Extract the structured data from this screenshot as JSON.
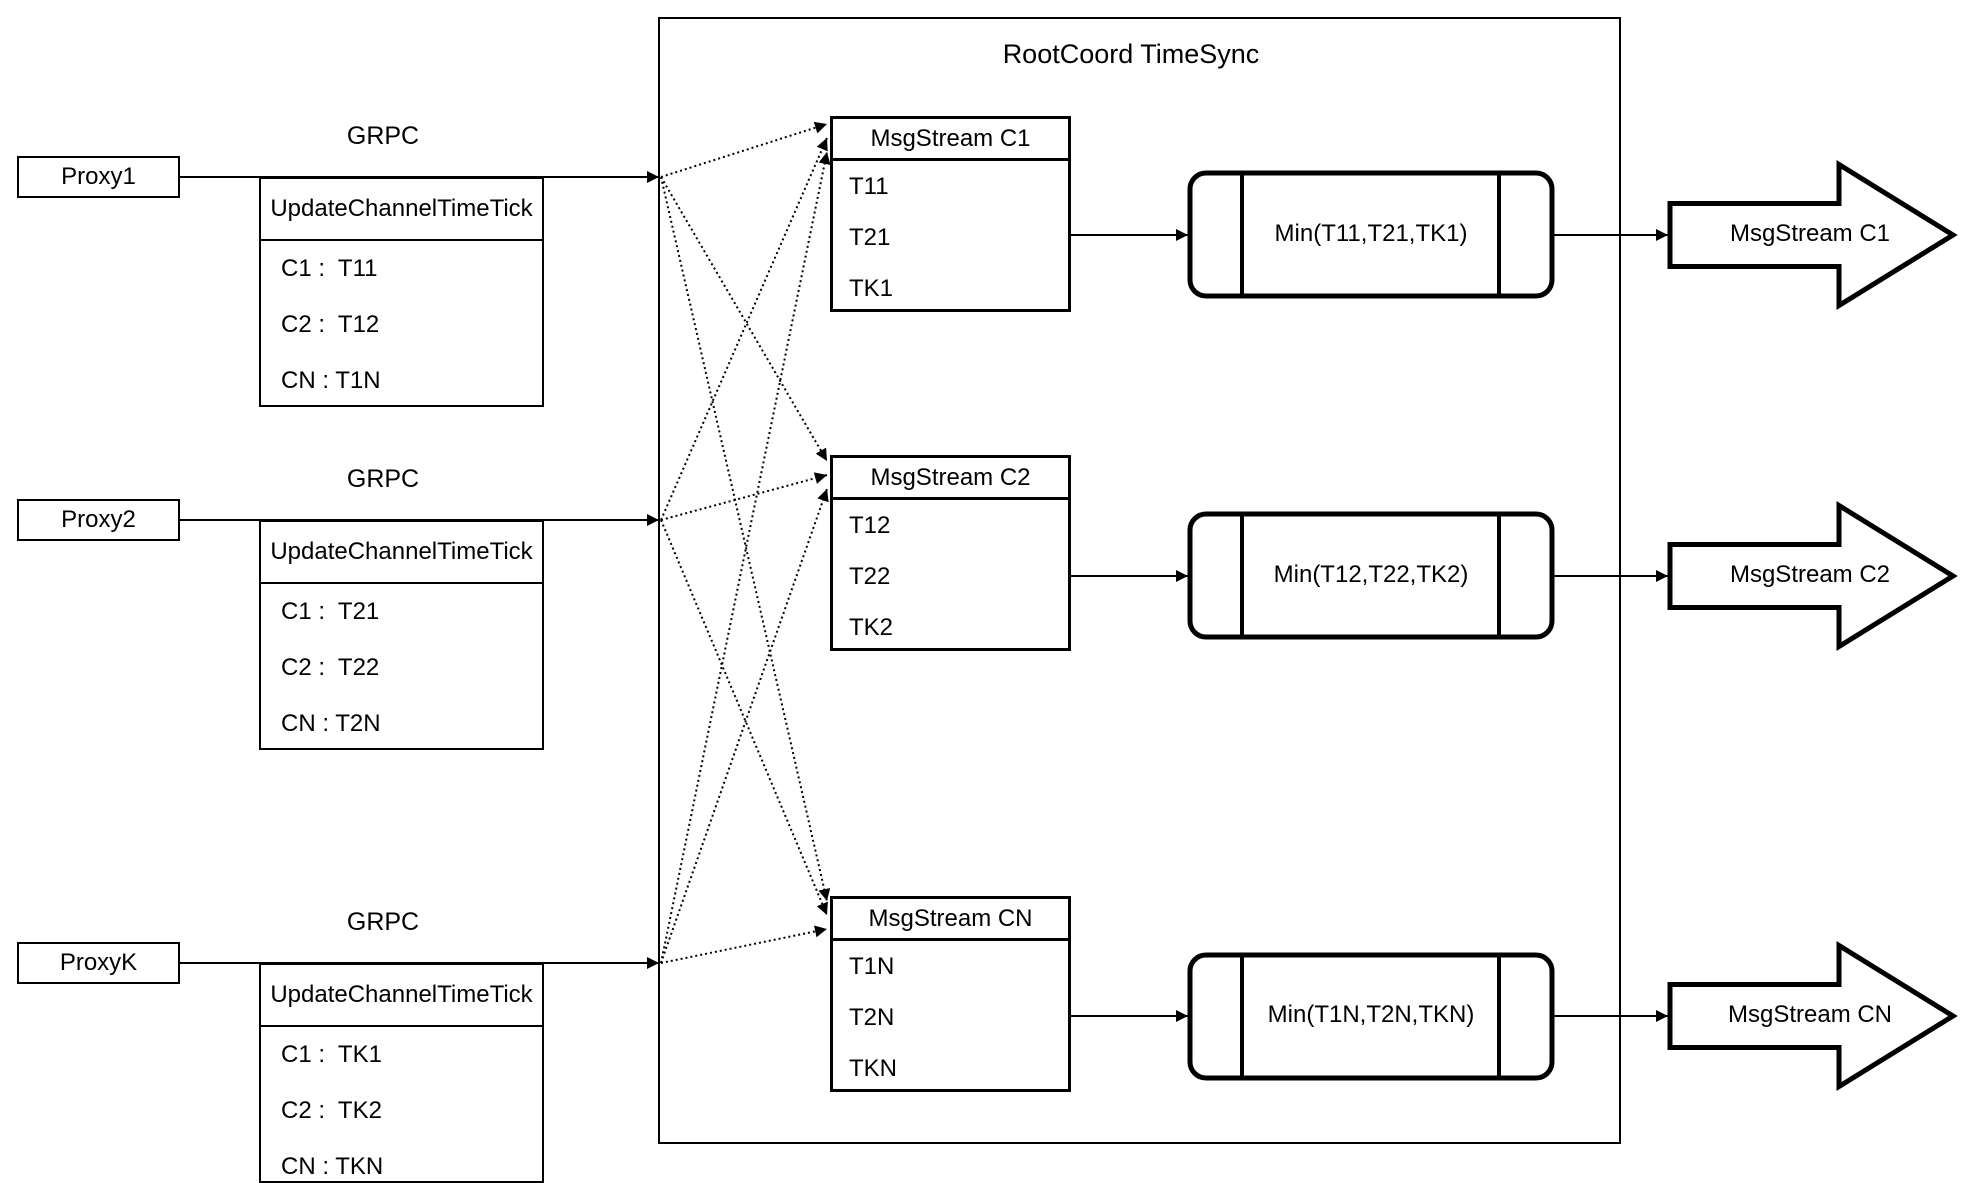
{
  "diagram": {
    "title": "RootCoord TimeSync",
    "grpc_label": "GRPC",
    "proxies": [
      {
        "name": "Proxy1",
        "table_title": "UpdateChannelTimeTick",
        "rows": [
          "C1 :  T11",
          "C2 :  T12",
          "CN : T1N"
        ]
      },
      {
        "name": "Proxy2",
        "table_title": "UpdateChannelTimeTick",
        "rows": [
          "C1 :  T21",
          "C2 :  T22",
          "CN : T2N"
        ]
      },
      {
        "name": "ProxyK",
        "table_title": "UpdateChannelTimeTick",
        "rows": [
          "C1 :  TK1",
          "C2 :  TK2",
          "CN : TKN"
        ]
      }
    ],
    "streams": [
      {
        "table_title": "MsgStream C1",
        "rows": [
          "T11",
          "T21",
          "TK1"
        ],
        "min_label": "Min(T11,T21,TK1)",
        "output_label": "MsgStream C1"
      },
      {
        "table_title": "MsgStream C2",
        "rows": [
          "T12",
          "T22",
          "TK2"
        ],
        "min_label": "Min(T12,T22,TK2)",
        "output_label": "MsgStream C2"
      },
      {
        "table_title": "MsgStream CN",
        "rows": [
          "T1N",
          "T2N",
          "TKN"
        ],
        "min_label": "Min(T1N,T2N,TKN)",
        "output_label": "MsgStream CN"
      }
    ],
    "colors": {
      "stroke": "#000000",
      "background": "#ffffff"
    }
  }
}
